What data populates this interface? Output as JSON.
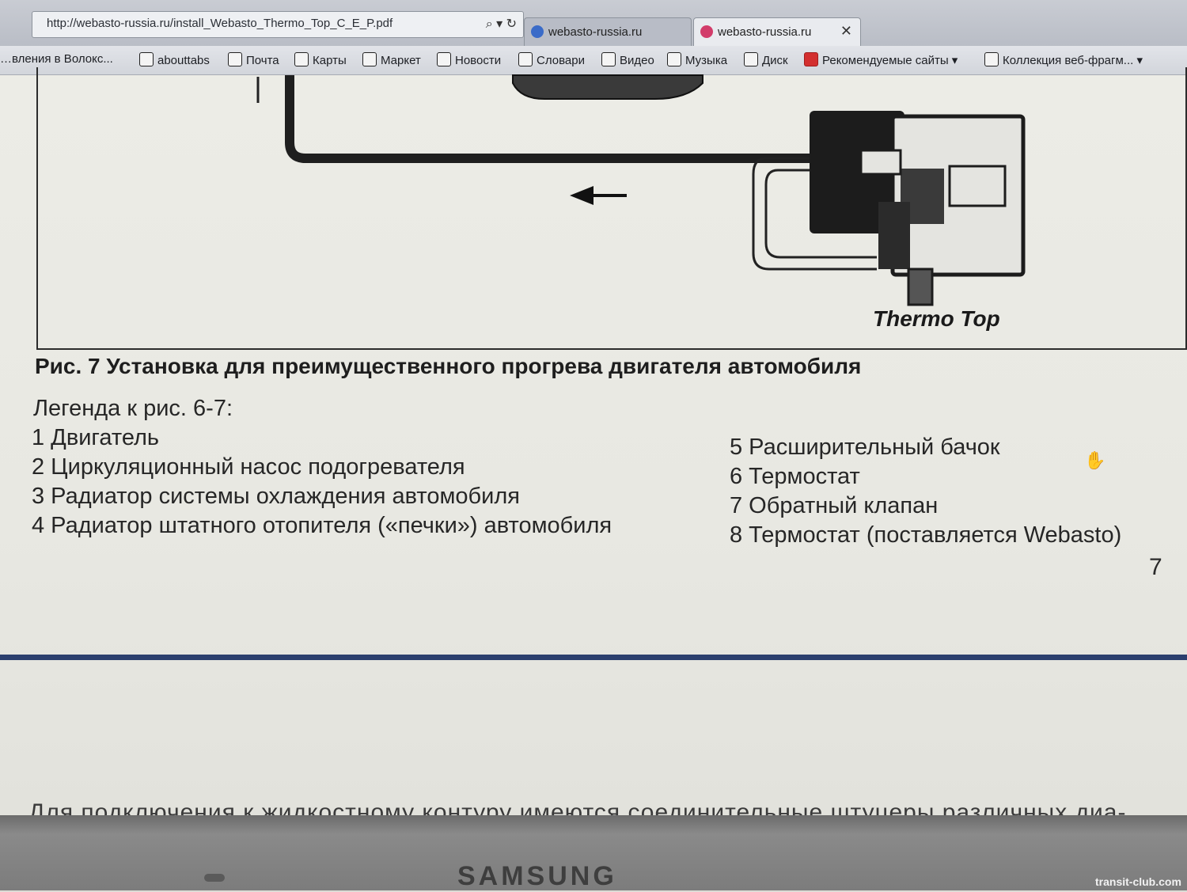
{
  "browser": {
    "url": "http://webasto-russia.ru/install_Webasto_Thermo_Top_C_E_P.pdf",
    "url_actions": "⌕ ▾ ↻",
    "tabs": [
      {
        "label": "webasto-russia.ru"
      },
      {
        "label": "webasto-russia.ru",
        "close": "✕"
      }
    ],
    "bookmarks": [
      "…вления в Волокс...",
      "abouttabs",
      "Почта",
      "Карты",
      "Маркет",
      "Новости",
      "Словари",
      "Видео",
      "Музыка",
      "Диск",
      "Рекомендуемые сайты ▾",
      "Коллекция веб-фрагм... ▾"
    ]
  },
  "figure": {
    "label": "Thermo Top"
  },
  "caption": "Рис. 7 Установка для преимущественного прогрева двигателя автомобиля",
  "legend": {
    "title": "Легенда к рис. 6-7:",
    "left": [
      "1 Двигатель",
      "2 Циркуляционный насос подогревателя",
      "3 Радиатор системы охлаждения автомобиля",
      "4 Радиатор штатного отопителя («печки») автомобиля"
    ],
    "right": [
      "5 Расширительный бачок",
      "6 Термостат",
      "7 Обратный клапан",
      "8 Термостат (поставляется Webasto)"
    ]
  },
  "page_number": "7",
  "next_page_text": "Для подключения к жидкостному контуру имеются соединительные штуцеры различных диа-",
  "laptop": {
    "brand": "SAMSUNG"
  },
  "watermark": "transit-club.com"
}
